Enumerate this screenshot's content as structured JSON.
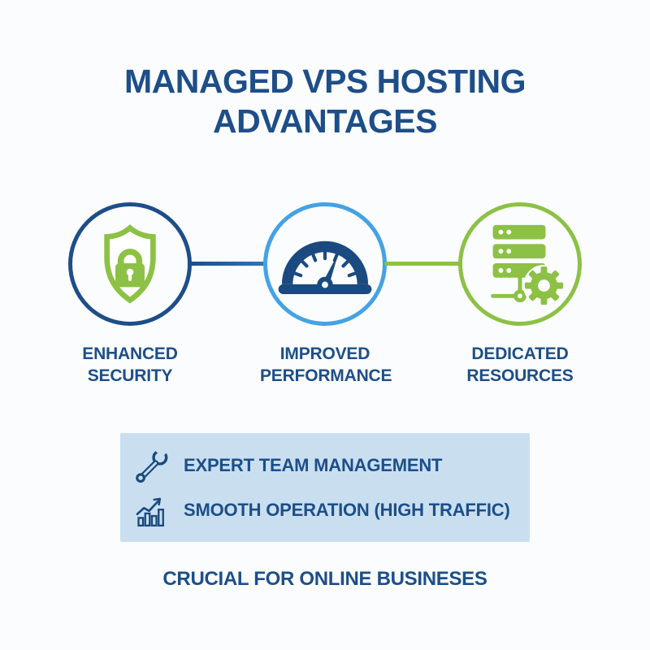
{
  "title": "MANAGED VPS HOSTING ADVANTAGES",
  "features": [
    {
      "label": "ENHANCED SECURITY",
      "icon": "shield-lock-icon",
      "ring_color": "#1d4e89"
    },
    {
      "label": "IMPROVED PERFORMANCE",
      "icon": "speedometer-icon",
      "ring_color": "#44a2e5"
    },
    {
      "label": "DEDICATED RESOURCES",
      "icon": "server-gear-icon",
      "ring_color": "#8cc145"
    }
  ],
  "panel": {
    "items": [
      {
        "icon": "wrench-icon",
        "label": "EXPERT TEAM MANAGEMENT"
      },
      {
        "icon": "growth-chart-icon",
        "label": "SMOOTH OPERATION (HIGH TRAFFIC)"
      }
    ]
  },
  "footer": {
    "label": "CRUCIAL FOR ONLINE BUSINESES"
  },
  "colors": {
    "navy": "#1d4e89",
    "sky_blue": "#44a2e5",
    "green": "#8cc145",
    "panel_background": "#c9dff0",
    "page_background": "#fbfcfd"
  }
}
